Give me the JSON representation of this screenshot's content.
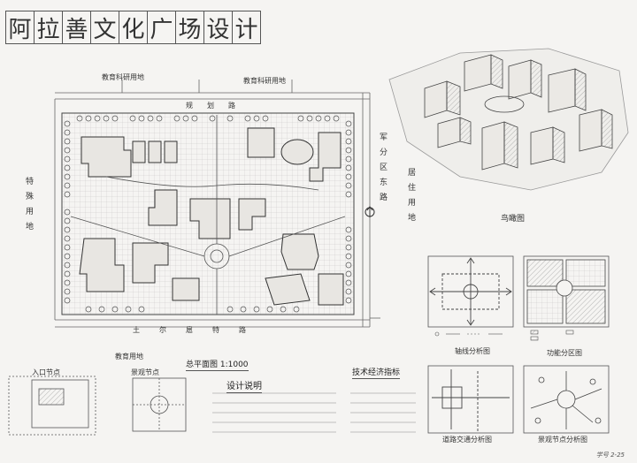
{
  "title_chars": [
    "阿",
    "拉",
    "善",
    "文",
    "化",
    "广",
    "场",
    "设",
    "计"
  ],
  "site": {
    "top_left_label": "教育科研用地",
    "top_right_label": "教育科研用地",
    "top_road": "规划路",
    "left_label": "特殊用地",
    "right_road": "军分区东路",
    "right_label": "居住用地",
    "bottom_road": "土尔扈特路",
    "bottom_left_label": "教育用地"
  },
  "captions": {
    "aerial": "鸟瞰图",
    "master_plan": "总平面图 1:1000",
    "design_notes": "设计说明",
    "tech_indicators": "技术经济指标",
    "axis_analysis": "轴线分析图",
    "function_zones": "功能分区图",
    "traffic_analysis": "道路交通分析图",
    "landscape_analysis": "景观节点分析图",
    "detail_left": "入口节点",
    "detail_mid": "景观节点"
  },
  "signature": "学号 2-25"
}
